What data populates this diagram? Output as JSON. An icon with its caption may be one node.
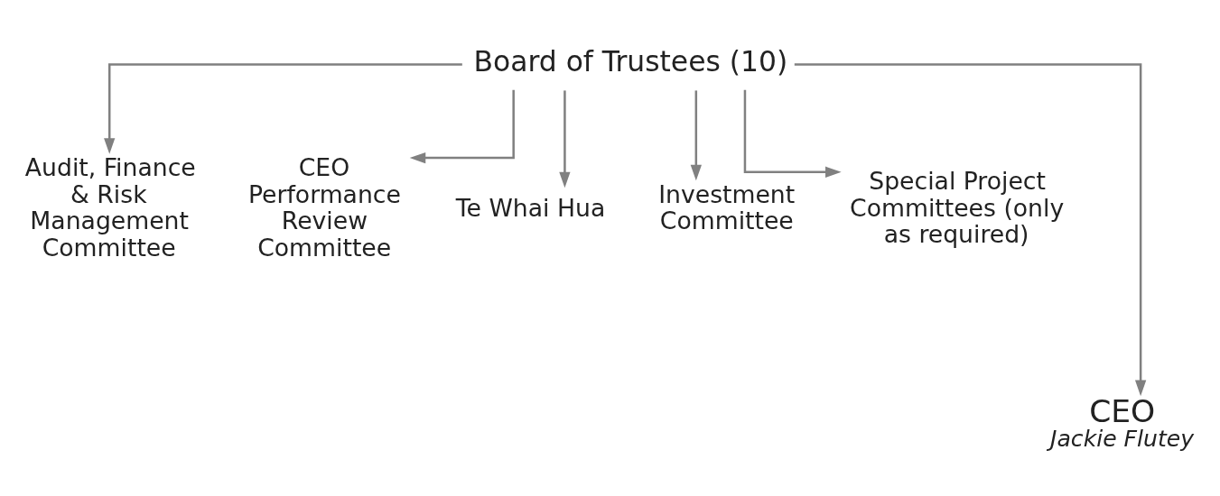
{
  "diagram": {
    "nodes": [
      {
        "text": [
          "Board of Trustees (10)"
        ]
      },
      {
        "text": [
          "Audit, Finance & Risk Management Committee"
        ]
      },
      {
        "text": [
          "CEO Performance Review Committee"
        ]
      },
      {
        "text": [
          "Te Whai Hua"
        ]
      },
      {
        "text": [
          "Investment Committee"
        ]
      },
      {
        "text": [
          "Special Project Committees (only as required)"
        ]
      },
      {
        "text": [
          "CEO",
          "Jackie Flutey"
        ]
      }
    ],
    "edges": [
      {
        "from": 0,
        "to": 1,
        "arrow": "to"
      },
      {
        "from": 0,
        "to": 2,
        "arrow": "to"
      },
      {
        "from": 0,
        "to": 6,
        "arrow": "to"
      },
      {
        "from": 0,
        "to": 3,
        "arrow": "to"
      },
      {
        "from": 0,
        "to": 4,
        "arrow": "to"
      },
      {
        "from": 0,
        "to": 5,
        "arrow": "to"
      }
    ]
  }
}
